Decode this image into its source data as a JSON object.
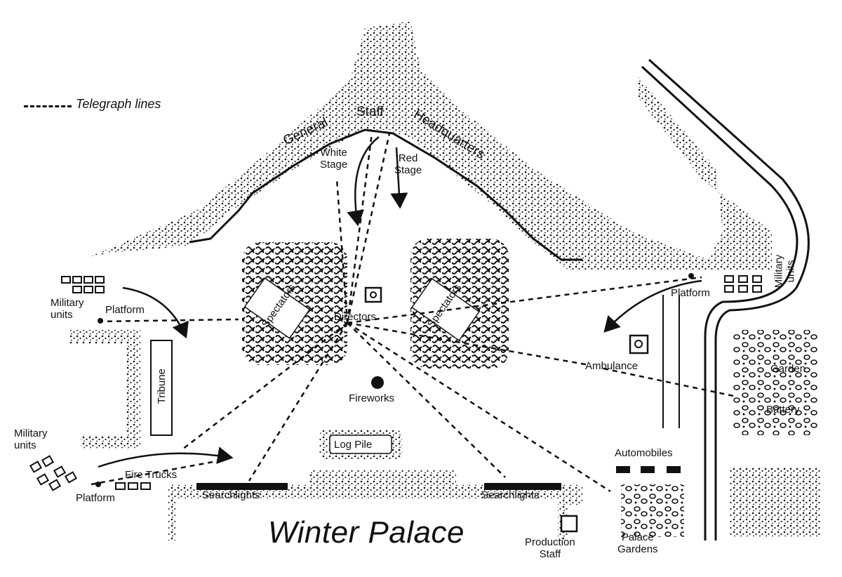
{
  "legend": {
    "telegraph_lines": "Telegraph lines"
  },
  "labels": {
    "general": "General",
    "staff": "Staff",
    "headquarters": "Headquarters",
    "white_stage": "White\nStage",
    "red_stage": "Red\nStage",
    "spectators_left": "Spectators",
    "spectators_right": "Spectators",
    "directors": "Directors",
    "fireworks": "Fireworks",
    "log_pile": "Log Pile",
    "winter_palace": "Winter Palace",
    "military_units_top_left": "Military\nunits",
    "platform_left": "Platform",
    "tribune": "Tribune",
    "military_units_bottom_left": "Military\nunits",
    "fire_trucks": "Fire Trucks",
    "platform_bottom_left": "Platform",
    "searchlights_left": "Searchlights",
    "searchlights_right": "Searchlights",
    "production_staff": "Production\nStaff",
    "palace_gardens": "Palace\nGardens",
    "automobiles": "Automobiles",
    "platform_right": "Platform",
    "military_units_right": "Military\nunits",
    "ambulance": "Ambulance",
    "garden": "Garden",
    "battery": "Battery"
  },
  "colors": {
    "ink": "#111111",
    "paper": "#ffffff"
  }
}
